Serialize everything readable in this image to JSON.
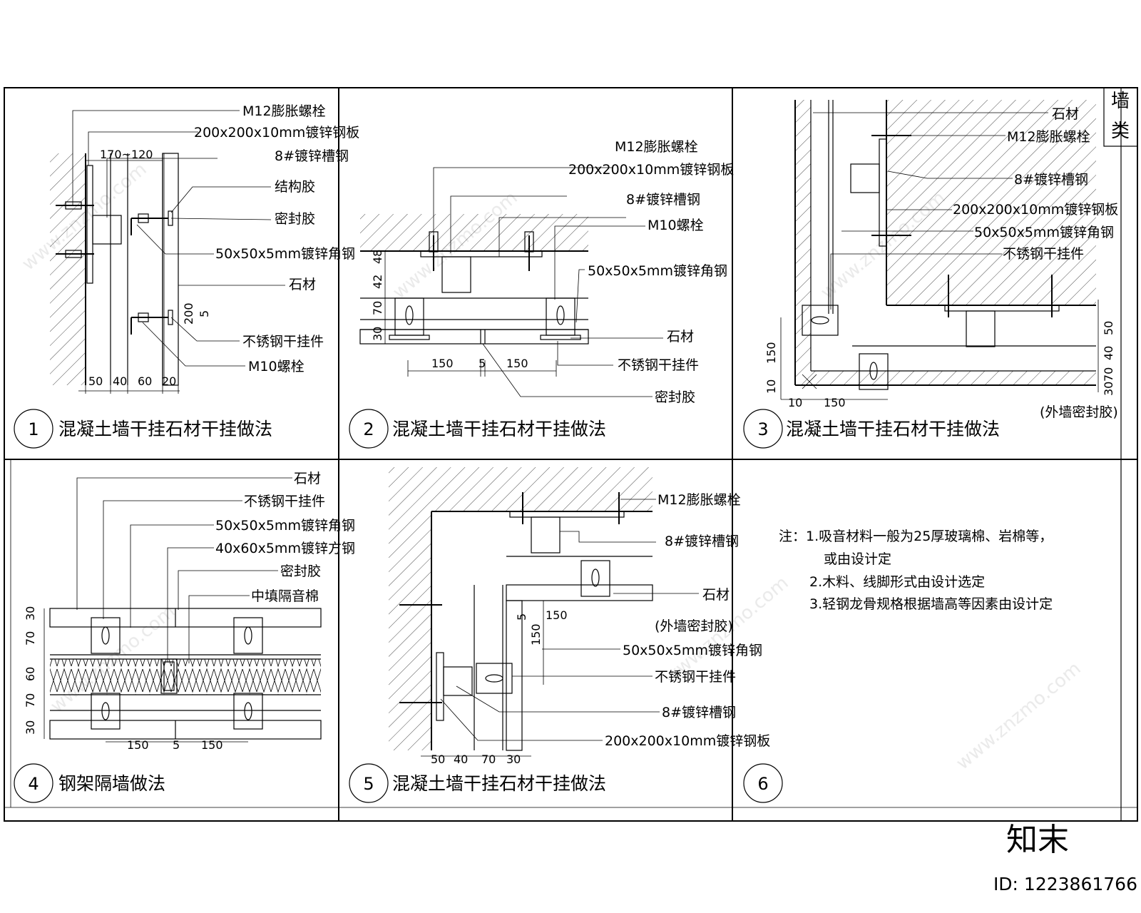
{
  "panels": [
    {
      "number": "1",
      "title": "混凝土墙干挂石材干挂做法",
      "labels": [
        "M12膨胀螺栓",
        "200x200x10mm镀锌钢板",
        "8#镀锌槽钢",
        "结构胶",
        "密封胶",
        "50x50x5mm镀锌角钢",
        "石材",
        "不锈钢干挂件",
        "M10螺栓"
      ],
      "dims": [
        "170~120",
        "50",
        "40",
        "60",
        "20",
        "200",
        "5"
      ]
    },
    {
      "number": "2",
      "title": "混凝土墙干挂石材干挂做法",
      "labels": [
        "M12膨胀螺栓",
        "200x200x10mm镀锌钢板",
        "8#镀锌槽钢",
        "M10螺栓",
        "50x50x5mm镀锌角钢",
        "石材",
        "不锈钢干挂件",
        "密封胶"
      ],
      "dims": [
        "48",
        "42",
        "70",
        "30",
        "150",
        "5",
        "150"
      ]
    },
    {
      "number": "3",
      "title": "混凝土墙干挂石材干挂做法",
      "labels": [
        "石材",
        "M12膨胀螺栓",
        "8#镀锌槽钢",
        "200x200x10mm镀锌钢板",
        "50x50x5mm镀锌角钢",
        "不锈钢干挂件",
        "(外墙密封胶)"
      ],
      "dims": [
        "50",
        "40",
        "70",
        "30",
        "150",
        "10",
        "10",
        "150"
      ]
    },
    {
      "number": "4",
      "title": "钢架隔墙做法",
      "labels": [
        "石材",
        "不锈钢干挂件",
        "50x50x5mm镀锌角钢",
        "40x60x5mm镀锌方钢",
        "密封胶",
        "中填隔音棉"
      ],
      "dims": [
        "30",
        "70",
        "60",
        "70",
        "30",
        "150",
        "5",
        "150"
      ]
    },
    {
      "number": "5",
      "title": "混凝土墙干挂石材干挂做法",
      "labels": [
        "M12膨胀螺栓",
        "8#镀锌槽钢",
        "石材",
        "(外墙密封胶)",
        "50x50x5mm镀锌角钢",
        "不锈钢干挂件",
        "8#镀锌槽钢",
        "200x200x10mm镀锌钢板"
      ],
      "dims": [
        "5",
        "150",
        "150",
        "50",
        "40",
        "70",
        "30"
      ]
    },
    {
      "number": "6",
      "title": "",
      "notes": [
        "注：1.吸音材料一般为25厚玻璃棉、岩棉等，",
        "或由设计定",
        "2.木料、线脚形式由设计选定",
        "3.轻钢龙骨规格根据墙高等因素由设计定"
      ]
    }
  ],
  "corner_tag": [
    "墙",
    "类"
  ],
  "watermark": {
    "brand": "知末",
    "id_text": "ID: 1223861766",
    "url_text": "www.znzmo.com"
  }
}
